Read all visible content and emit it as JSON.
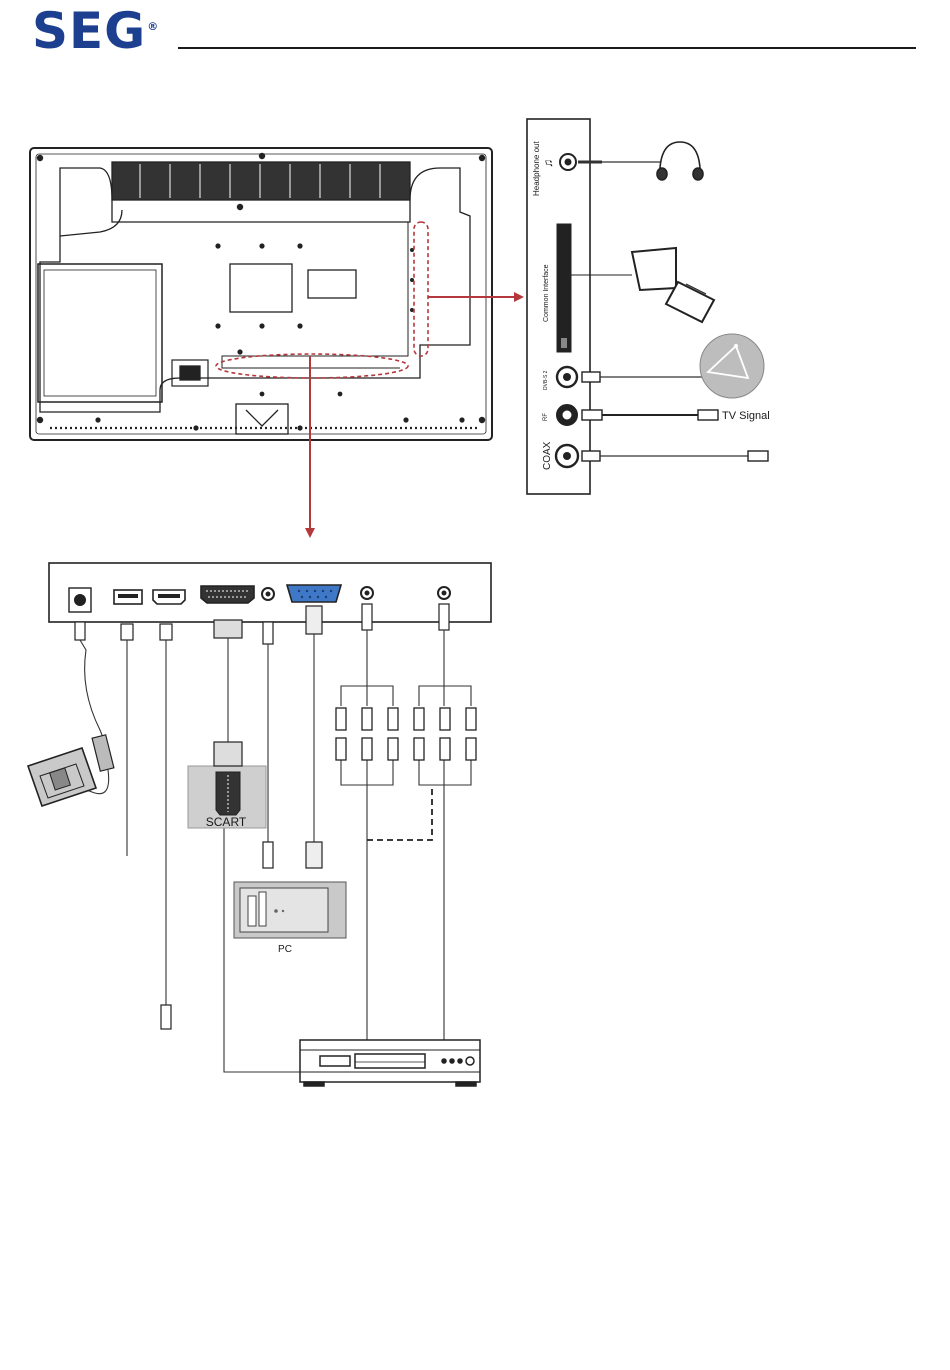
{
  "header": {
    "brand": "SEG",
    "brand_mark": "®"
  },
  "side_panel": {
    "headphone_label": "Headphone out",
    "ci_label": "Common Interface",
    "dvbs_label": "DVB-S 2",
    "rf_label": "RF",
    "coax_label": "COAX",
    "tv_signal_label": "TV Signal"
  },
  "devices": {
    "scart_label": "SCART",
    "pc_label": "PC"
  },
  "colors": {
    "brand_blue": "#1d3f8f",
    "arrow_red": "#b5383c"
  }
}
